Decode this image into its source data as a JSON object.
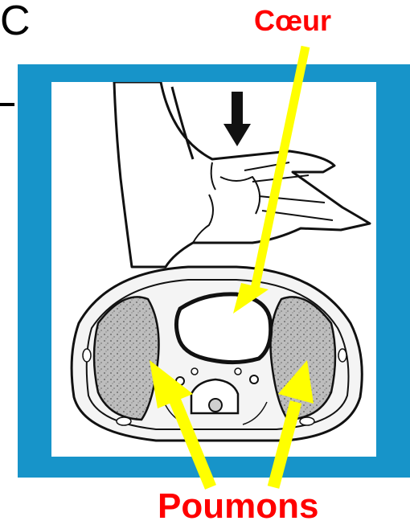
{
  "labels": {
    "heart": "Cœur",
    "lungs": "Poumons"
  },
  "edge_text": "C",
  "colors": {
    "frame": "#1794c9",
    "label": "#ff0000",
    "arrow": "#ffff00",
    "lung_fill": "#b8b8b8",
    "ink": "#111111"
  },
  "illustration": {
    "icons": [
      "hand-icon",
      "down-arrow-icon",
      "chest-cross-section-icon"
    ]
  }
}
